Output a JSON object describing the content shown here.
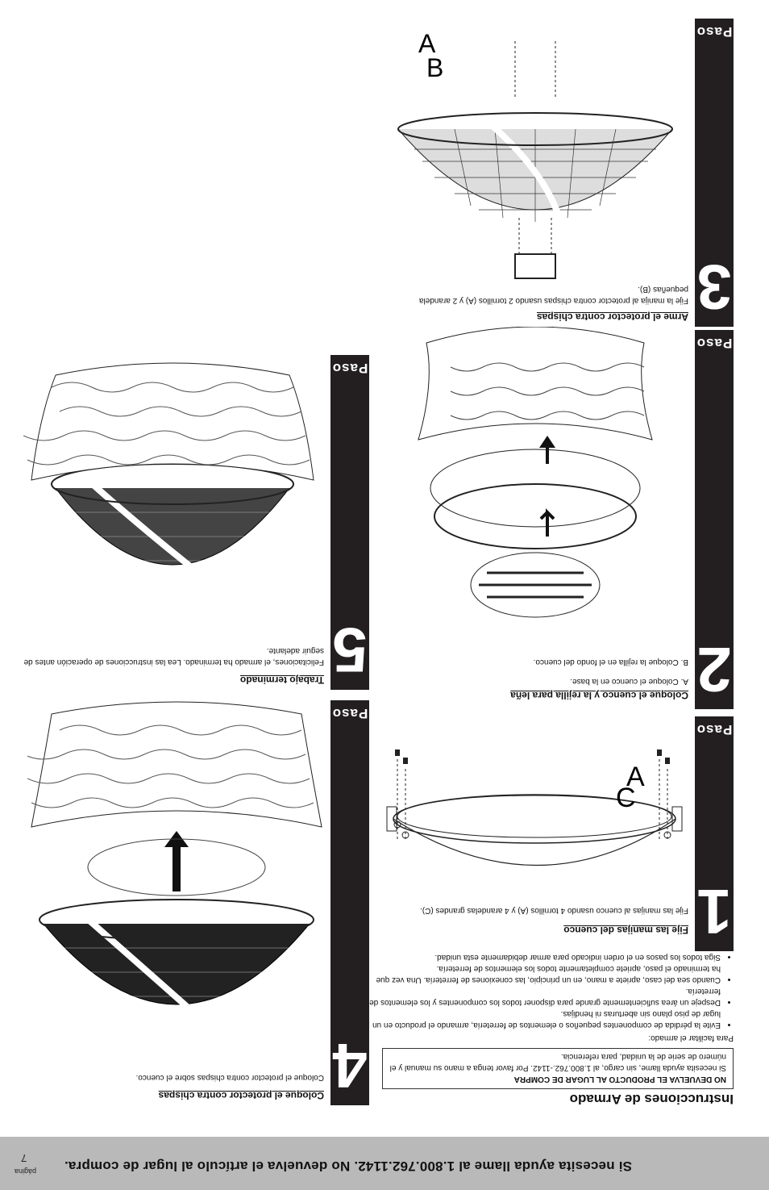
{
  "footer": {
    "message": "Si necesita ayuda llame al 1.800.762.1142. No devuelva el artículo al lugar de compra.",
    "page_label": "página",
    "page_number": "7"
  },
  "instructions": {
    "title": "Instrucciones de Armado",
    "warning_heading": "NO DEVUELVA EL PRODUCTO AL LUGAR DE COMPRA",
    "warning_text": "Si necesita ayuda llame, sin cargo, al 1.800.762.-1142.  Por favor tenga a mano su manual y el número de serie de la unidad, para referencia.",
    "facilitate": "Para facilitar el armado:",
    "bullets": [
      "Evite la pérdida de componentes pequeños o elementos de ferretería, armando el producto en un lugar de piso plano sin aberturas ni hendijas.",
      "Despeje un área suficientemente grande para disponer todos los componentes y los elementos de ferretería.",
      "Cuando sea del caso, apriete a mano, en un principio, las conexiones de ferretería. Una vez que ha terminado el paso, apriete completamente todos los elementos de ferretería.",
      "Siga todos los pasos en el orden indicado para armar debidamente esta unidad."
    ]
  },
  "steps": [
    {
      "word": "Paso",
      "number": "1",
      "title": "Fije las manijas del cuenco",
      "text": "Fije las manijas al cuenco usando 4 tornillos (A) y 4 arandelas grandes (C).",
      "labels": [
        "A",
        "C"
      ]
    },
    {
      "word": "Paso",
      "number": "2",
      "title": "Coloque el cuenco y la rejilla para leña",
      "text_a": "A. Coloque el cuenco en la base.",
      "text_b": "B. Coloque la rejilla en el fondo del cuenco."
    },
    {
      "word": "Paso",
      "number": "3",
      "title": "Arme el protector contra chispas",
      "text": "Fije la manija al protector contra chispas usando 2 tornillos (A) y 2 arandela pequeñas (B).",
      "labels": [
        "A",
        "B"
      ]
    },
    {
      "word": "Paso",
      "number": "4",
      "title": "Coloque el protector contra chispas",
      "text": "Coloque el protector contra chispas sobre el cuenco."
    },
    {
      "word": "Paso",
      "number": "5",
      "title": "Trabajo terminado",
      "text": "Felicitaciones, el armado ha terminado. Lea las instrucciones de operación antes de seguir adelante."
    }
  ]
}
